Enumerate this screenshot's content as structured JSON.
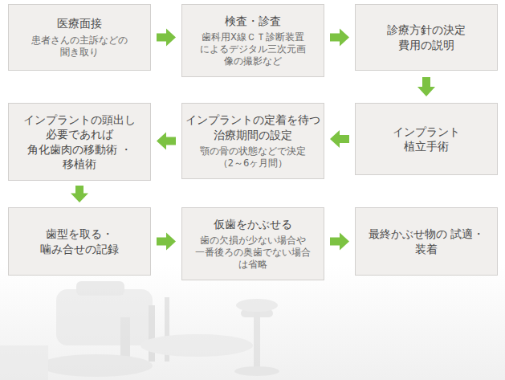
{
  "diagram": {
    "nodes": [
      {
        "text": [
          "医療面接",
          "患者さんの主訴などの 聞き取り"
        ]
      },
      {
        "text": [
          "検査・診査",
          "歯科用X線ＣＴ診断装置 によるデジタル三次元画 像の撮影など"
        ]
      },
      {
        "text": [
          "診療方針の決定 費用の説明"
        ]
      },
      {
        "text": [
          "インプラント 植立手術"
        ]
      },
      {
        "text": [
          "インプラントの定着を待つ 治療期間の設定",
          "顎の骨の状態などで決定 （2～6ヶ月間）"
        ]
      },
      {
        "text": [
          "インプラントの頭出し 必要であれば 角化歯肉の移動術 ・移植術"
        ]
      },
      {
        "text": [
          "歯型を取る・ 噛み合せの記録"
        ]
      },
      {
        "text": [
          "仮歯をかぶせる",
          "歯の欠損が少ない場合や 一番後ろの奥歯でない場合 は省略"
        ]
      },
      {
        "text": [
          "最終かぶせ物の 試適・装着"
        ]
      }
    ],
    "edges": [
      {
        "from": 0,
        "to": 1,
        "arrow": "to"
      },
      {
        "from": 1,
        "to": 2,
        "arrow": "to"
      },
      {
        "from": 2,
        "to": 3,
        "arrow": "to"
      },
      {
        "from": 3,
        "to": 4,
        "arrow": "to"
      },
      {
        "from": 4,
        "to": 5,
        "arrow": "to"
      },
      {
        "from": 5,
        "to": 6,
        "arrow": "to"
      },
      {
        "from": 6,
        "to": 7,
        "arrow": "to"
      },
      {
        "from": 7,
        "to": 8,
        "arrow": "to"
      }
    ]
  }
}
